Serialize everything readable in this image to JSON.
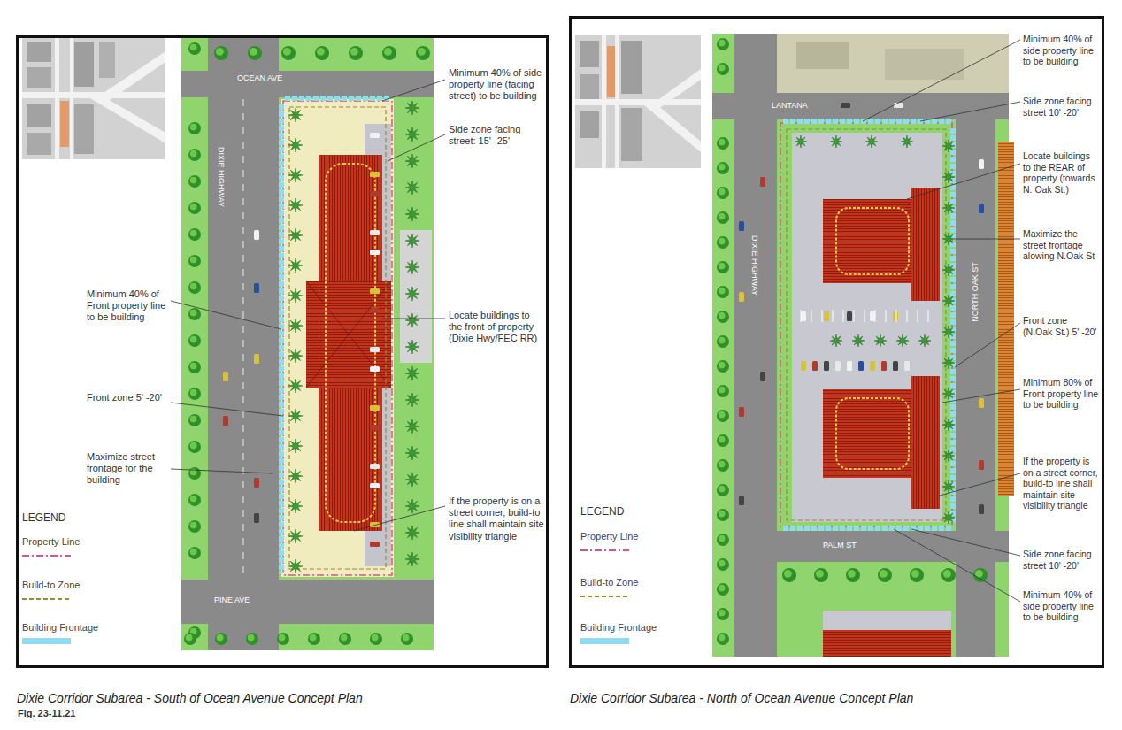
{
  "diagram": {
    "nodes": [
      {
        "text": [
          "Dixie Corridor Subarea - South of Ocean Avenue Concept Plan"
        ]
      },
      {
        "text": [
          "Dixie Corridor Subarea - North of Ocean Avenue Concept Plan"
        ]
      }
    ],
    "labels": [
      "OCEAN AVE",
      "DIXIE HIGHWAY",
      "PINE AVE",
      "Minimum 40% of side property line (facing street) to be building",
      "Side zone facing street: 15' -25'",
      "Minimum 40% of Front property line to be building",
      "Locate buildings to the front of property (Dixie Hwy/FEC RR)",
      "Front zone 5' -20'",
      "Maximize street frontage for the building",
      "If the property is on a street corner, build-to line shall maintain site visibility triangle",
      "LEGEND",
      "LANTANA",
      "DIXIE HIGHWAY",
      "NORTH OAK ST",
      "PALM ST",
      "Minimum 40% of side property line to be building",
      "Side zone facing street 10' -20'",
      "Locate buildings to the REAR of property (towards N. Oak St.)",
      "Maximize the street frontage alowing N.Oak St",
      "Front zone (N.Oak St.) 5' -20'",
      "Minimum 80% of Front property line to be building",
      "If the property is on a street corner, build-to line shall maintain site visibility triangle",
      "Side zone facing street 10' -20'",
      "Minimum 40% of side property line to be building",
      "LEGEND",
      "Fig. 23-11.21"
    ],
    "legend": [
      {
        "text": "Property Line"
      },
      {
        "text": "Build-to Zone"
      },
      {
        "text": "Building Frontage",
        "color": "#8fdcf2"
      },
      {
        "text": "Property Line"
      },
      {
        "text": "Build-to Zone"
      },
      {
        "text": "Building Frontage",
        "color": "#8fdcf2"
      }
    ]
  }
}
